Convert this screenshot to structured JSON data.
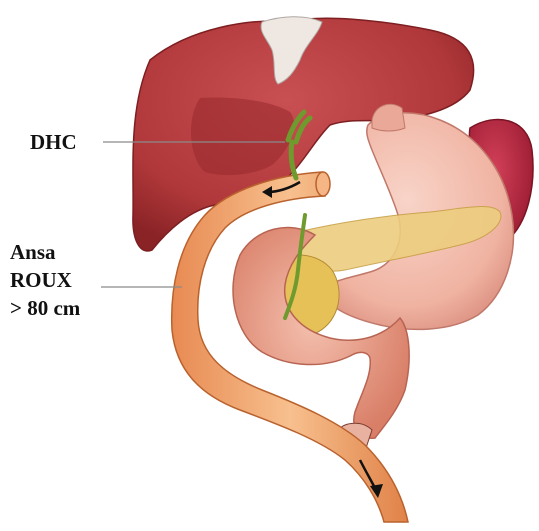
{
  "labels": {
    "dhc": "DHC",
    "ansa_line1": "Ansa",
    "ansa_line2": "ROUX",
    "ansa_line3": "> 80 cm"
  },
  "colors": {
    "liver": "#b8383a",
    "liver_dark": "#8f2427",
    "stomach": "#f0b8a8",
    "intestine": "#e8a28c",
    "roux_limb": "#f3a974",
    "pancreas": "#e8c46a",
    "spleen": "#b7243c",
    "bile_duct": "#6f9a2e"
  }
}
